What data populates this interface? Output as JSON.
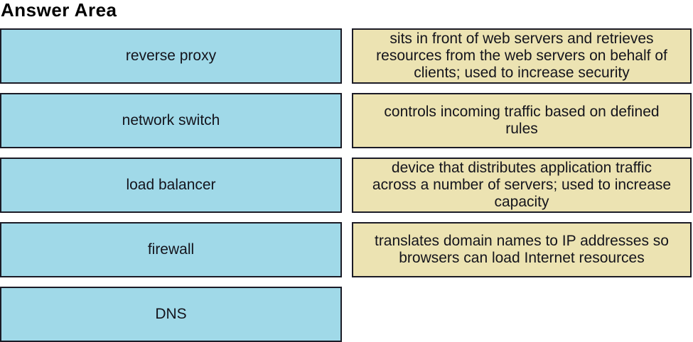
{
  "title": "Answer Area",
  "colors": {
    "term_background": "#a0d9e8",
    "definition_background": "#ece3b2",
    "box_border": "#1b1b26",
    "text": "#14141c"
  },
  "terms": [
    {
      "label": "reverse proxy"
    },
    {
      "label": "network switch"
    },
    {
      "label": "load balancer"
    },
    {
      "label": "firewall"
    },
    {
      "label": "DNS"
    }
  ],
  "definitions": [
    {
      "text": "sits in front of web servers and retrieves\nresources from the web servers on behalf of\nclients; used to increase security"
    },
    {
      "text": "controls incoming traffic based on defined\nrules"
    },
    {
      "text": "device that distributes application traffic\nacross a number of servers; used to increase\ncapacity"
    },
    {
      "text": "translates domain names to IP addresses so\nbrowsers can load Internet resources"
    }
  ]
}
